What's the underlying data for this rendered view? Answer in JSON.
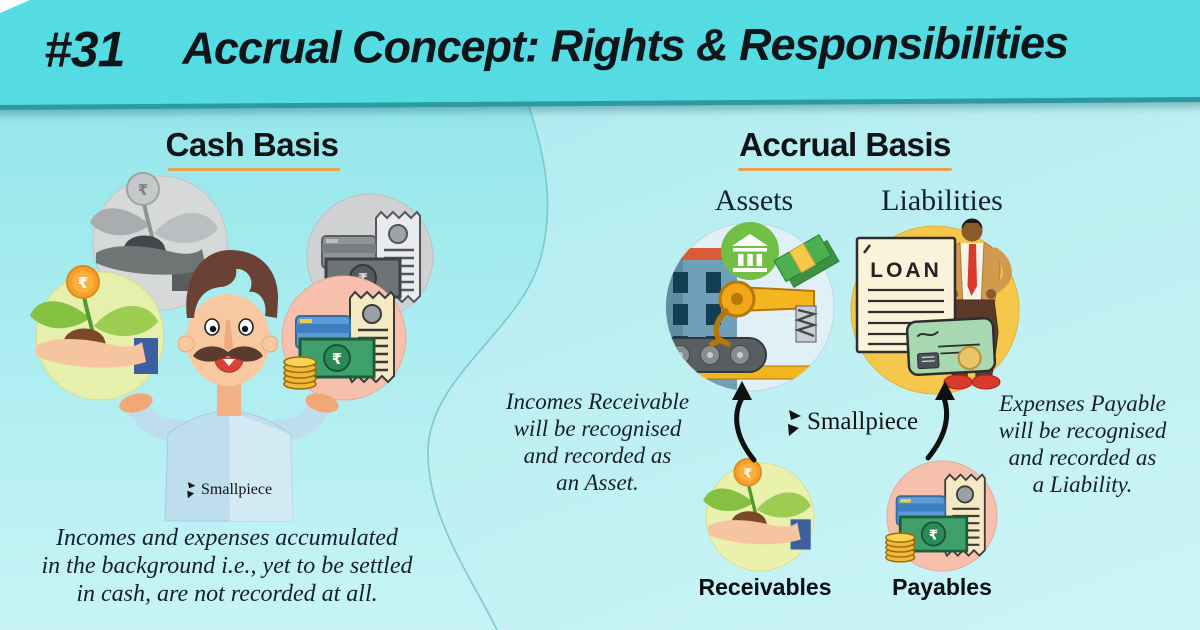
{
  "header": {
    "number": "#31",
    "title": "Accrual Concept: Rights & Responsibilities"
  },
  "cash_section": {
    "title": "Cash Basis",
    "caption_lines": [
      "Incomes and expenses accumulated",
      "in the background i.e., yet to be settled",
      "in cash, are not recorded at all."
    ],
    "watermark": "Smallpiece"
  },
  "accrual_section": {
    "title": "Accrual Basis",
    "assets_label": "Assets",
    "liabilities_label": "Liabilities",
    "loan_document_text": "LOAN",
    "incomes_note_lines": [
      "Incomes Receivable",
      "will be recognised",
      "and recorded as",
      "an Asset."
    ],
    "expenses_note_lines": [
      "Expenses Payable",
      "will be recognised",
      "and recorded as",
      "a Liability."
    ],
    "receivables_label": "Receivables",
    "payables_label": "Payables",
    "watermark": "Smallpiece"
  },
  "symbols": {
    "rupee": "₹"
  },
  "icons": [
    "money-plant-icon",
    "rupee-coin-icon",
    "wallet-cards-icon",
    "cash-note-icon",
    "receipt-icon",
    "coin-stack-icon",
    "shrugging-man-icon",
    "bank-icon",
    "building-icon",
    "factory-machine-icon",
    "money-bundle-icon",
    "loan-document-icon",
    "businessman-icon",
    "credit-card-icon",
    "up-arrow-icon",
    "smallpiece-logo-icon"
  ],
  "colors": {
    "banner_bg": "#55dbe2",
    "banner_edge": "#2d9aa1",
    "heading_text": "#10151a",
    "underline_accent": "#eca24c",
    "background_left": "#9ce7ec",
    "background_right": "#bdeff2",
    "assets_circle": "#e1f0f7",
    "liabilities_circle": "#f5c74b",
    "receivables_circle": "#e9f1ad",
    "payables_circle": "#f6c0ad",
    "arrow": "#101010"
  }
}
